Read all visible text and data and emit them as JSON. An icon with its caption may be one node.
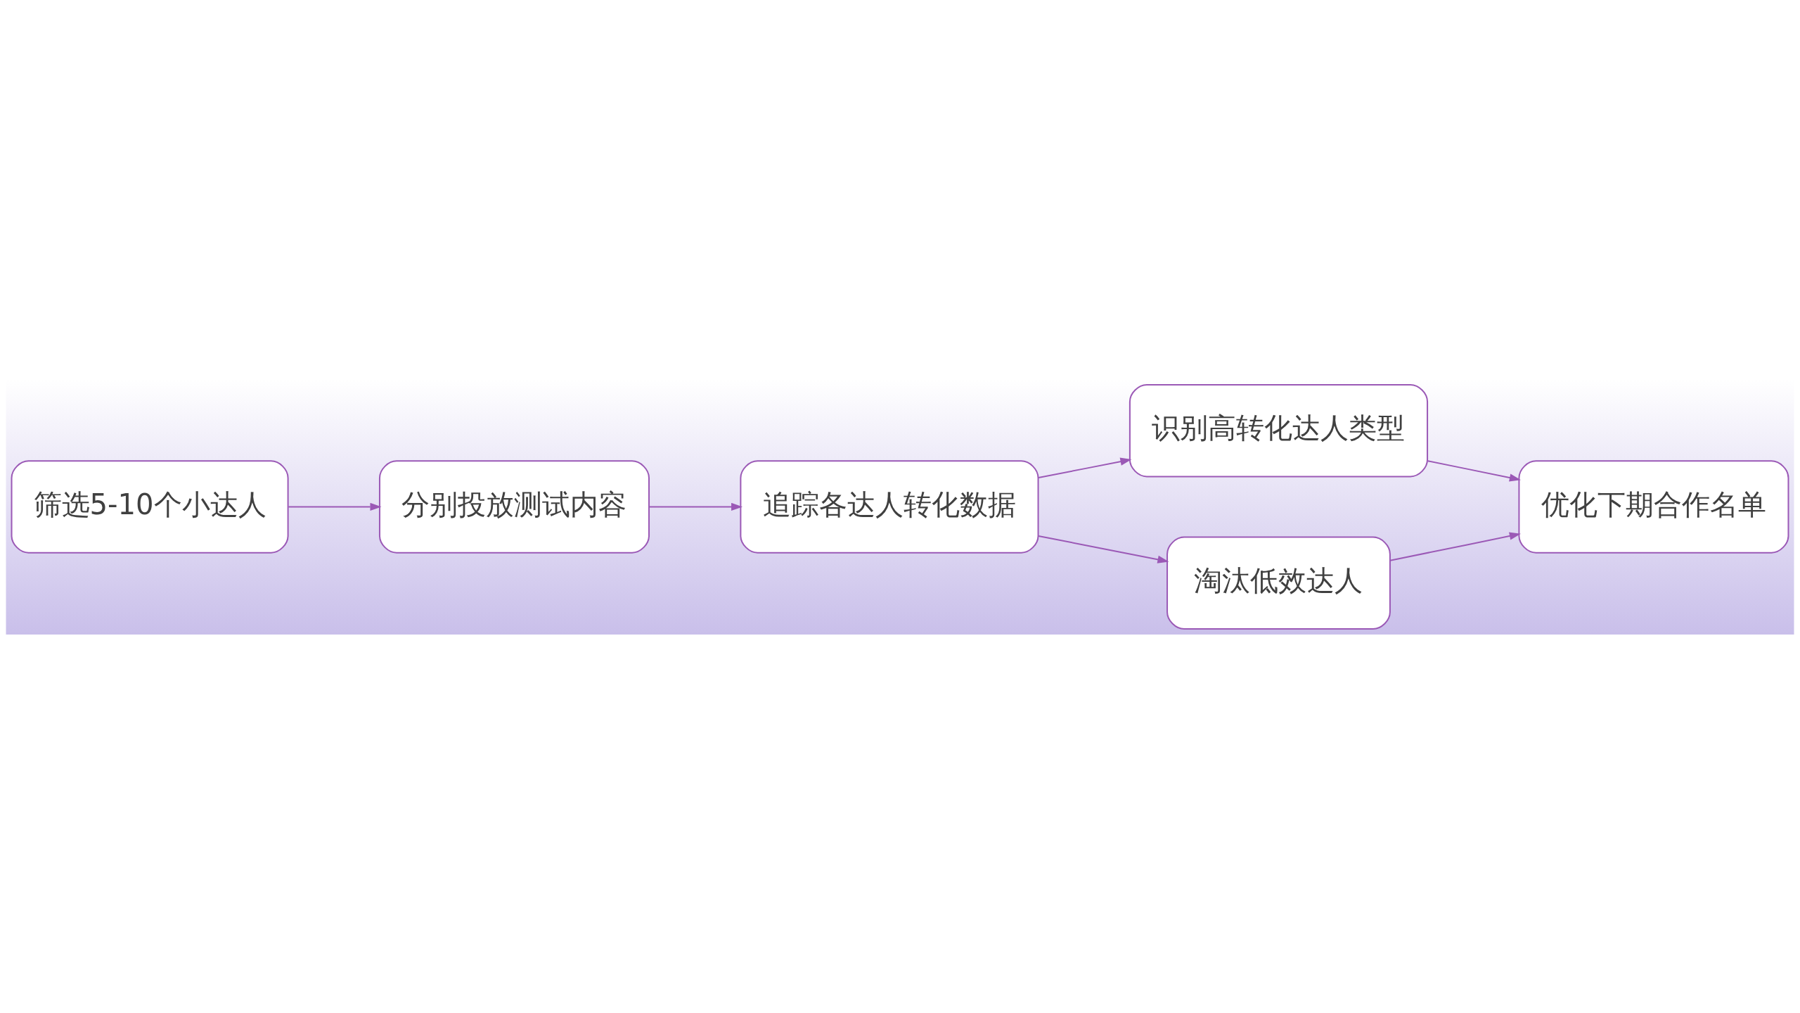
{
  "diagram": {
    "nodes": [
      {
        "text": [
          "筛选5-10个小达人"
        ]
      },
      {
        "text": [
          "分别投放测试内容"
        ]
      },
      {
        "text": [
          "追踪各达人转化数据"
        ]
      },
      {
        "text": [
          "识别高转化达人类型"
        ]
      },
      {
        "text": [
          "淘汰低效达人"
        ]
      },
      {
        "text": [
          "优化下期合作名单"
        ]
      }
    ],
    "edges": [
      {
        "from": 0,
        "to": 1,
        "arrow": "to"
      },
      {
        "from": 1,
        "to": 2,
        "arrow": "to"
      },
      {
        "from": 2,
        "to": 3,
        "arrow": "to"
      },
      {
        "from": 2,
        "to": 4,
        "arrow": "to"
      },
      {
        "from": 3,
        "to": 5,
        "arrow": "to"
      },
      {
        "from": 4,
        "to": 5,
        "arrow": "to"
      }
    ]
  }
}
